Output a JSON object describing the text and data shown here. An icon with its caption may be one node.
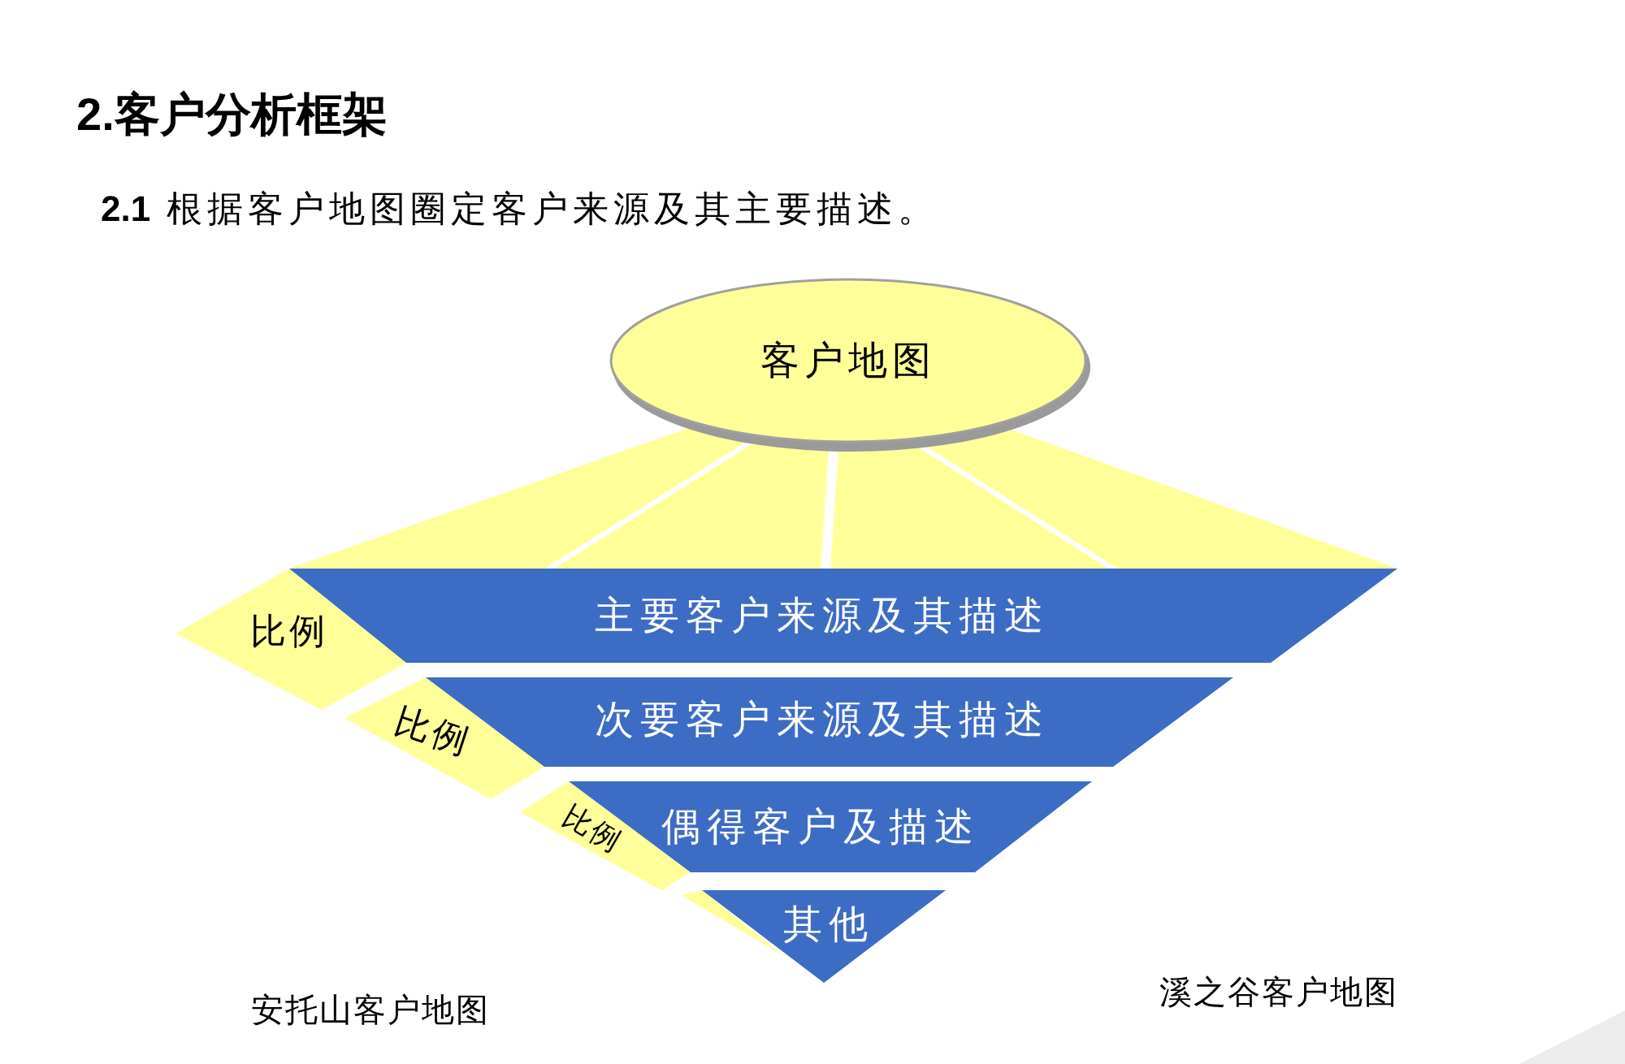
{
  "diagram": {
    "title": "2.客户分析框架",
    "nodes": [
      {
        "text": [
          "客户地图"
        ]
      },
      {
        "text": [
          "比例"
        ]
      },
      {
        "text": [
          "主要客户来源及其描述"
        ]
      },
      {
        "text": [
          "比例"
        ]
      },
      {
        "text": [
          "次要客户来源及其描述"
        ]
      },
      {
        "text": [
          "比例"
        ]
      },
      {
        "text": [
          "偶得客户及描述"
        ]
      },
      {
        "text": [],
        "shape": "triangle"
      },
      {
        "text": [
          "其他"
        ]
      }
    ],
    "labels": [
      "**2.1** 根据客户地图圈定客户来源及其主要描述。",
      "安托山客户地图",
      "溪之谷客户地图"
    ]
  }
}
